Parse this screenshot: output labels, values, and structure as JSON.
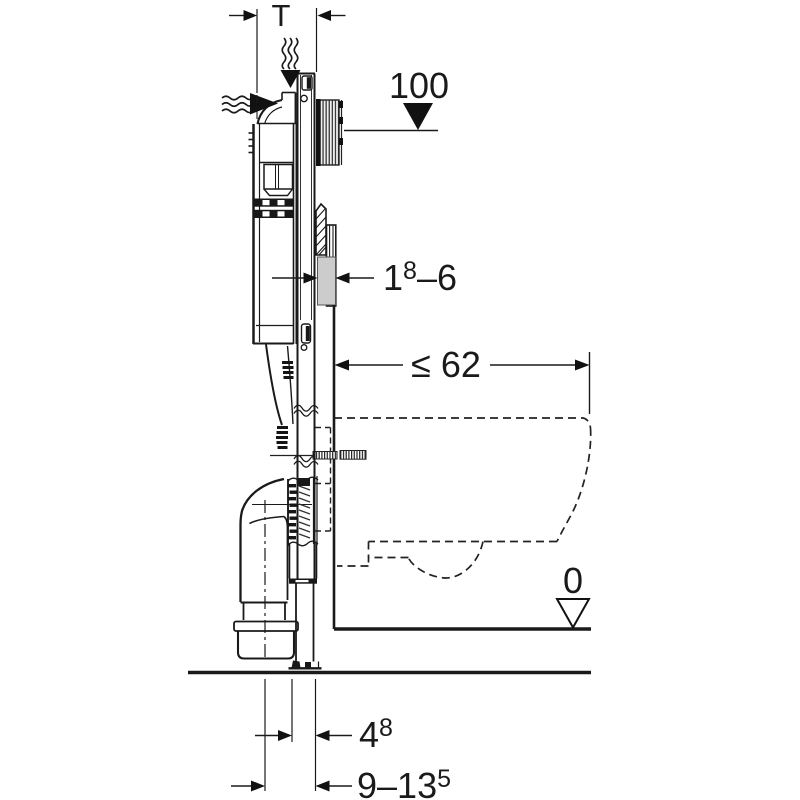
{
  "labels": {
    "t_dim": "T",
    "top_level": "100",
    "wall_thickness": {
      "main": "1",
      "sup": "8",
      "rest": "–6"
    },
    "max_depth": "≤ 62",
    "floor_level": "0",
    "rail_offset": {
      "main": "4",
      "sup": "8"
    },
    "pipe_offset": {
      "main": "9–13",
      "sup": "5"
    }
  },
  "icons": {
    "level_marker_filled": "filled triangle (finished level 100)",
    "level_marker_open": "open triangle (floor level 0)",
    "water_inflow_top": "wavy arrow down (water supply from above)",
    "water_inflow_side": "wavy arrow right (water supply from side)"
  },
  "colors": {
    "line": "#1a1a1a",
    "gray_fill": "#cccccc",
    "background": "#ffffff"
  }
}
